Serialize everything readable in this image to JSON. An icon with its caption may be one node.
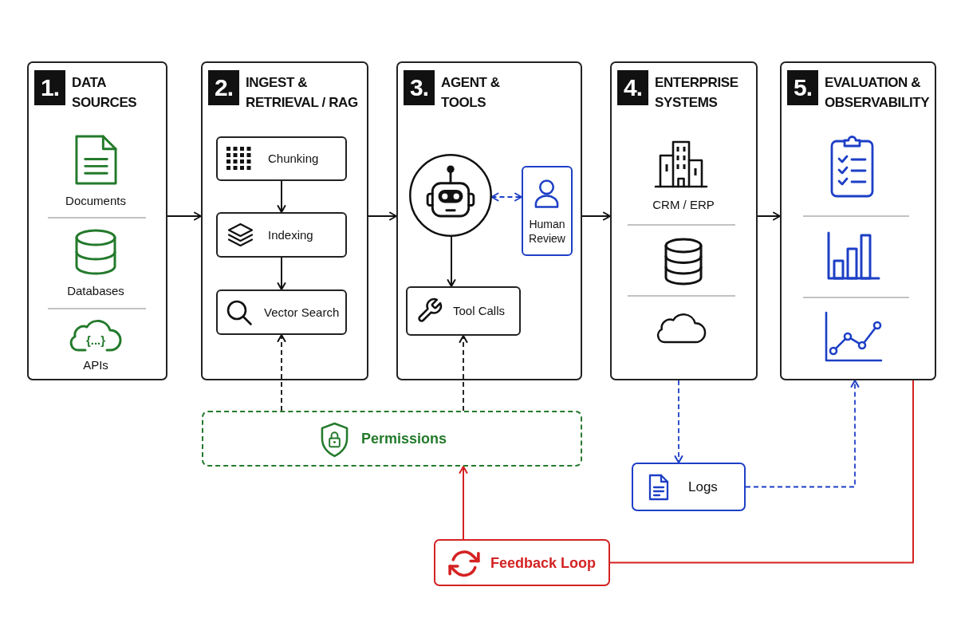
{
  "diagram": {
    "nodes": [
      {
        "text": [
          "1.",
          "DATA SOURCES",
          "Documents",
          "Databases",
          "{...}",
          "APIs"
        ]
      },
      {
        "text": [
          "2.",
          "INGEST & RETRIEVAL / RAG"
        ]
      },
      {
        "text": [
          "Chunking"
        ],
        "in": 1
      },
      {
        "text": [
          "Indexing"
        ],
        "in": 1
      },
      {
        "text": [
          "Vector Search"
        ],
        "in": 1
      },
      {
        "text": [
          "3.",
          "AGENT & TOOLS"
        ]
      },
      {
        "text": [],
        "shape": "circle",
        "in": 5
      },
      {
        "text": [
          "Human Review"
        ],
        "in": 5
      },
      {
        "text": [
          "Tool Calls"
        ],
        "in": 5
      },
      {
        "text": [
          "4.",
          "ENTERPRISE SYSTEMS",
          "CRM / ERP"
        ]
      },
      {
        "text": [
          "5.",
          "EVALUATION & OBSERVABILITY"
        ]
      },
      {
        "text": [
          "Permissions"
        ]
      },
      {
        "text": [
          "Logs"
        ]
      },
      {
        "text": [
          "Feedback Loop"
        ]
      }
    ],
    "edges": [
      {
        "from": 0,
        "to": 1,
        "arrow": "to"
      },
      {
        "from": 2,
        "to": 3,
        "arrow": "to"
      },
      {
        "from": 3,
        "to": 4,
        "arrow": "to"
      },
      {
        "from": 1,
        "to": 5,
        "arrow": "to"
      },
      {
        "from": 6,
        "to": 7,
        "arrow": "both",
        "style": "dashed",
        "color": "#1d3fc6"
      },
      {
        "from": 6,
        "to": 8,
        "arrow": "to"
      },
      {
        "from": 5,
        "to": 9,
        "arrow": "to"
      },
      {
        "from": 9,
        "to": 10,
        "arrow": "to"
      },
      {
        "from": 11,
        "to": 4,
        "arrow": "to",
        "style": "dashed"
      },
      {
        "from": 11,
        "to": 8,
        "arrow": "to",
        "style": "dashed"
      },
      {
        "from": 9,
        "to": 12,
        "arrow": "to",
        "style": "dashed",
        "color": "#1d3fc6"
      },
      {
        "from": 12,
        "to": 10,
        "arrow": "to",
        "style": "dashed",
        "color": "#1d3fc6"
      },
      {
        "from": 13,
        "to": 11,
        "arrow": "to",
        "color": "#d42222"
      },
      {
        "from": 10,
        "to": 13,
        "arrow": "none",
        "color": "#d42222"
      }
    ]
  }
}
